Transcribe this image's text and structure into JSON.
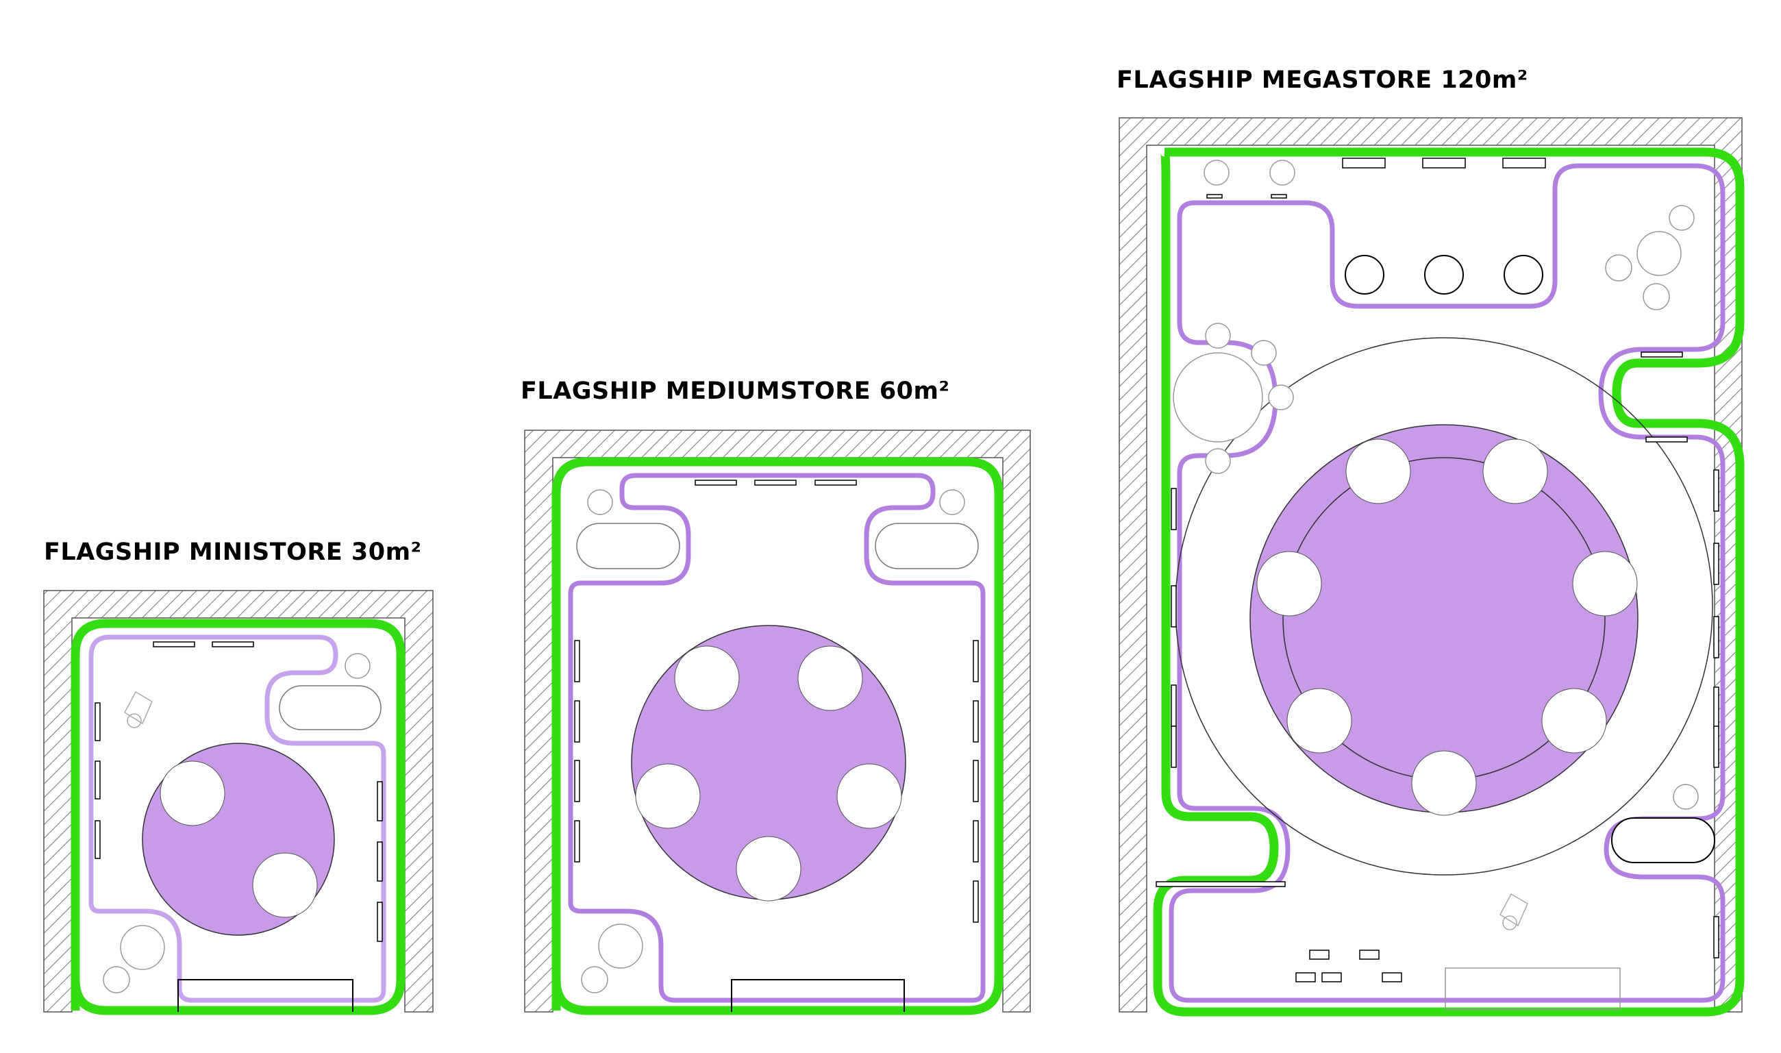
{
  "plans": {
    "mini": {
      "title": "FLAGSHIP MINISTORE 30m²"
    },
    "medium": {
      "title": "FLAGSHIP MEDIUMSTORE 60m²"
    },
    "mega": {
      "title": "FLAGSHIP MEGASTORE 120m²"
    }
  },
  "colors": {
    "track_outer": "#33dd11",
    "track_inner": "#b07fe0",
    "platform_fill": "#c79be8",
    "line": "#000000",
    "light_line": "#999999",
    "hatch": "#888888"
  }
}
